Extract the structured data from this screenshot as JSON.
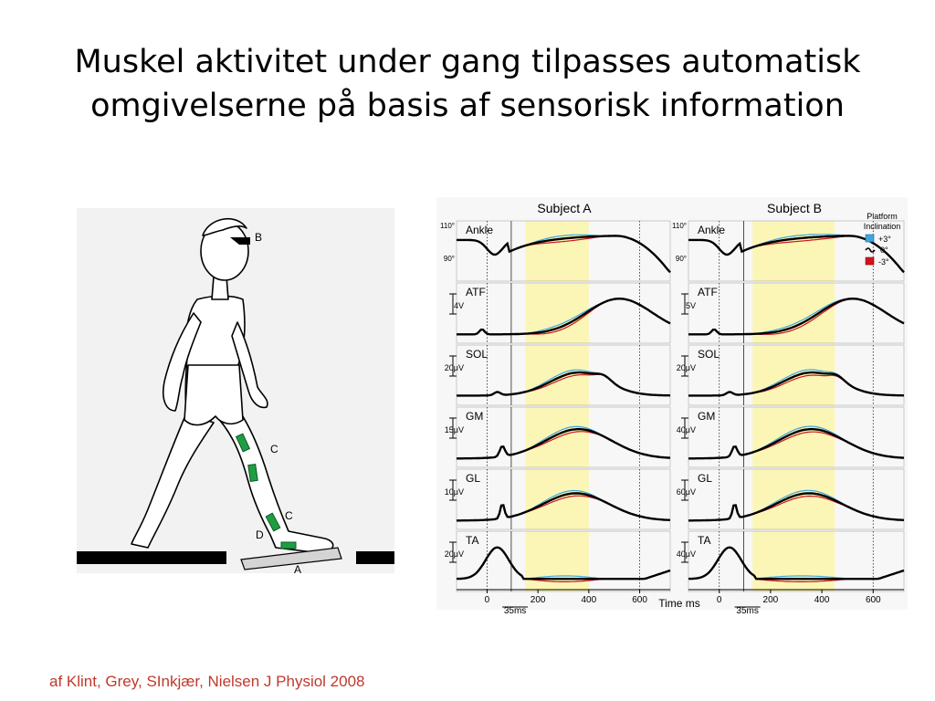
{
  "slide": {
    "title_line1": "Muskel aktivitet under gang tilpasses automatisk",
    "title_line2": "omgivelserne på basis af sensorisk information",
    "credit": "af Klint, Grey, SInkjær, Nielsen J Physiol 2008"
  },
  "figure_labels": {
    "A": "A",
    "B": "B",
    "C": "C",
    "D": "D"
  },
  "colors": {
    "plus3": "#3ea5e0",
    "zero": "#000000",
    "minus3": "#d0131d",
    "highlight": "#fbf6b6"
  },
  "chart_data": {
    "type": "line",
    "panels": [
      "Subject A",
      "Subject B"
    ],
    "legend": {
      "title_line1": "Platform",
      "title_line2": "Inclination",
      "entries": [
        "+3°",
        "0°",
        "-3°"
      ]
    },
    "xlabel": "Time ms",
    "xticks": [
      "0",
      "200",
      "400",
      "600"
    ],
    "xlim": [
      -120,
      720
    ],
    "delay_label": "35ms",
    "highlight_window": {
      "Subject A": [
        150,
        400
      ],
      "Subject B": [
        130,
        450
      ]
    },
    "rows": [
      {
        "name": "Ankle",
        "scale": {
          "Subject A": [
            "110°",
            "90°"
          ],
          "Subject B": [
            "110°",
            "90°"
          ]
        }
      },
      {
        "name": "ATF",
        "scale": {
          "Subject A": "4V",
          "Subject B": "5V"
        }
      },
      {
        "name": "SOL",
        "scale": {
          "Subject A": "20μV",
          "Subject B": "20μV"
        }
      },
      {
        "name": "GM",
        "scale": {
          "Subject A": "15μV",
          "Subject B": "40μV"
        }
      },
      {
        "name": "GL",
        "scale": {
          "Subject A": "10μV",
          "Subject B": "60μV"
        }
      },
      {
        "name": "TA",
        "scale": {
          "Subject A": "20μV",
          "Subject B": "40μV"
        }
      }
    ]
  }
}
